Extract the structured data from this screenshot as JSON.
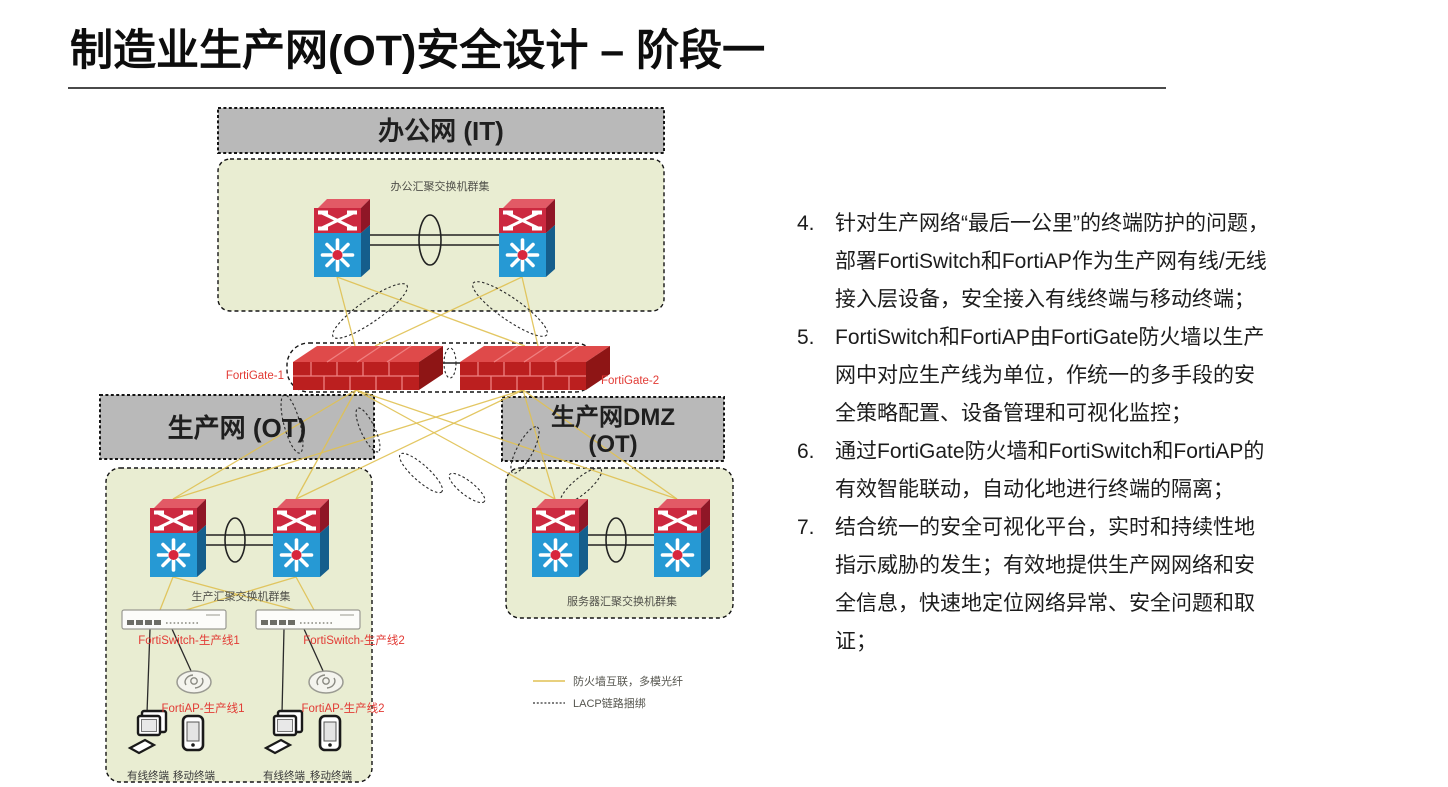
{
  "slide": {
    "title": "制造业生产网(OT)安全设计 – 阶段一"
  },
  "diagram": {
    "zones": {
      "it": {
        "title": "办公网 (IT)",
        "cluster_label": "办公汇聚交换机群集"
      },
      "ot": {
        "title": "生产网 (OT)",
        "cluster_label": "生产汇聚交换机群集"
      },
      "dmz": {
        "title_line1": "生产网DMZ",
        "title_line2": "(OT)",
        "cluster_label": "服务器汇聚交换机群集"
      }
    },
    "devices": {
      "fortigate1": "FortiGate-1",
      "fortigate2": "FortiGate-2",
      "fortiswitch1": "FortiSwitch-生产线1",
      "fortiswitch2": "FortiSwitch-生产线2",
      "fortiap1": "FortiAP-生产线1",
      "fortiap2": "FortiAP-生产线2",
      "wired_terminal": "有线终端",
      "mobile_terminal": "移动终端"
    },
    "legend": {
      "firewall_link": "防火墙互联，多模光纤",
      "lacp": "LACP链路捆绑"
    },
    "colors": {
      "zone_header": "#b9b9b9",
      "zone_body": "#e9edd2",
      "link_fiber": "#e0c153",
      "device_label": "#e23b35",
      "switch_red": "#cc2940",
      "switch_blue": "#2699d4",
      "firewall_red": "#bb1f1f"
    }
  },
  "notes": {
    "items": [
      {
        "num": "4.",
        "text": "针对生产网络“最后一公里”的终端防护的问题，部署FortiSwitch和FortiAP作为生产网有线/无线接入层设备，安全接入有线终端与移动终端；"
      },
      {
        "num": "5.",
        "text": "FortiSwitch和FortiAP由FortiGate防火墙以生产网中对应生产线为单位，作统一的多手段的安全策略配置、设备管理和可视化监控；"
      },
      {
        "num": "6.",
        "text": "通过FortiGate防火墙和FortiSwitch和FortiAP的有效智能联动，自动化地进行终端的隔离；"
      },
      {
        "num": "7.",
        "text": "结合统一的安全可视化平台，实时和持续性地指示威胁的发生；有效地提供生产网网络和安全信息，快速地定位网络异常、安全问题和取证；"
      }
    ]
  }
}
